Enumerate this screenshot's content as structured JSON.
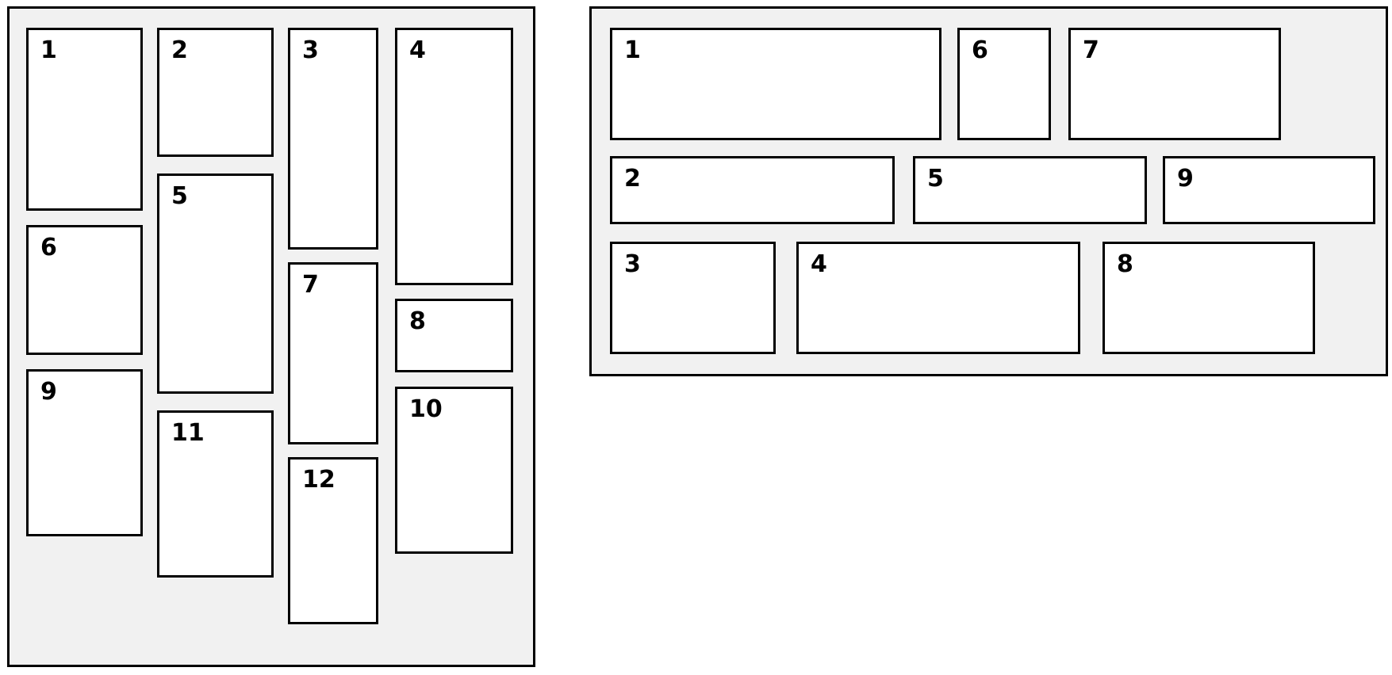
{
  "columns_layout": {
    "items": [
      {
        "label": "1"
      },
      {
        "label": "2"
      },
      {
        "label": "3"
      },
      {
        "label": "4"
      },
      {
        "label": "5"
      },
      {
        "label": "6"
      },
      {
        "label": "7"
      },
      {
        "label": "8"
      },
      {
        "label": "9"
      },
      {
        "label": "10"
      },
      {
        "label": "11"
      },
      {
        "label": "12"
      }
    ]
  },
  "rows_layout": {
    "items": [
      {
        "label": "1"
      },
      {
        "label": "2"
      },
      {
        "label": "3"
      },
      {
        "label": "4"
      },
      {
        "label": "5"
      },
      {
        "label": "6"
      },
      {
        "label": "7"
      },
      {
        "label": "8"
      },
      {
        "label": "9"
      }
    ]
  }
}
